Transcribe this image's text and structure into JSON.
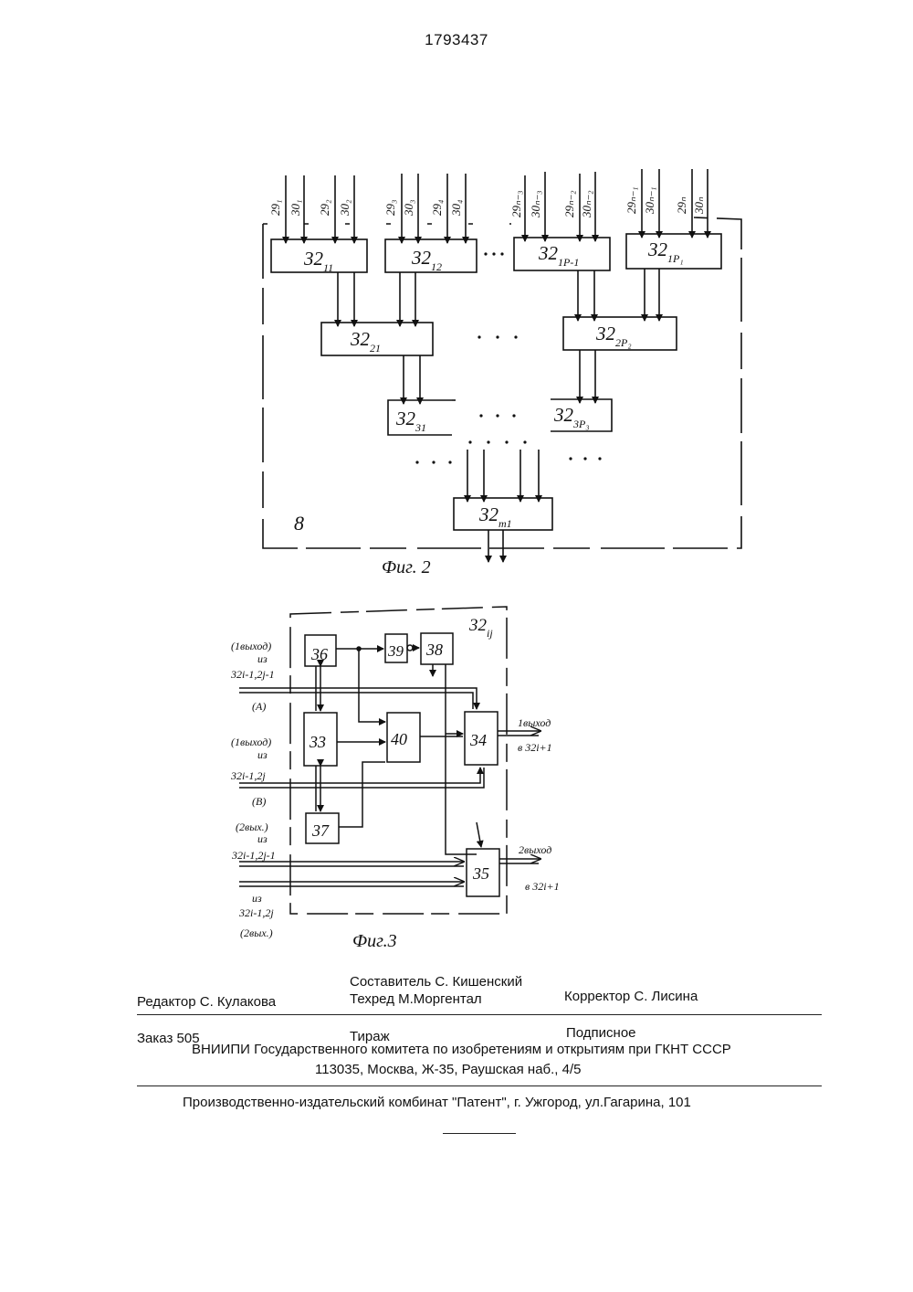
{
  "header": {
    "patent_number": "1793437"
  },
  "fig2": {
    "caption": "Фиг. 2",
    "frame_label": "8",
    "input_labels": [
      "29₁",
      "30₁",
      "29₂",
      "30₂",
      "29₃",
      "30₃",
      "29₄",
      "30₄",
      "29ₙ₋₃",
      "30ₙ₋₃",
      "29ₙ₋₂",
      "30ₙ₋₂",
      "29ₙ₋₁",
      "30ₙ₋₁",
      "29ₙ",
      "30ₙ"
    ],
    "blocks": [
      {
        "main": "32",
        "sub": "11"
      },
      {
        "main": "32",
        "sub": "12"
      },
      {
        "main": "32",
        "sub": "1P-1"
      },
      {
        "main": "32",
        "sub": "1P₁"
      },
      {
        "main": "32",
        "sub": "21"
      },
      {
        "main": "32",
        "sub": "2P₂"
      },
      {
        "main": "32",
        "sub": "31"
      },
      {
        "main": "32",
        "sub": "3P₃"
      },
      {
        "main": "32",
        "sub": "m1"
      }
    ]
  },
  "fig3": {
    "caption": "Фиг.3",
    "title": {
      "main": "32",
      "sub": "ij"
    },
    "blocks": [
      "36",
      "39",
      "38",
      "33",
      "40",
      "34",
      "37",
      "35"
    ],
    "left_labels": {
      "in1": [
        "(1выход)",
        "из",
        "32i-1,2j-1",
        "(A)"
      ],
      "in2": [
        "(1выход)",
        "из",
        "32i-1,2j",
        "(B)"
      ],
      "in3": [
        "(2вых.)",
        "из",
        "32i-1,2j-1"
      ],
      "in4": [
        "из",
        "32i-1,2j",
        "(2вых.)"
      ]
    },
    "right_labels": {
      "out1": [
        "1выход",
        "в 32i+1"
      ],
      "out2": [
        "2выход",
        "в 32i+1"
      ]
    }
  },
  "imprint": {
    "compiler": "Составитель  С. Кишенский",
    "editor": "Редактор  С. Кулакова",
    "techred": "Техред М.Моргентал",
    "corrector": "Корректор  С. Лисина",
    "order": "Заказ  505",
    "circulation": "Тираж",
    "subscription": "Подписное",
    "institute": "ВНИИПИ Государственного комитета по изобретениям и открытиям при ГКНТ СССР",
    "address": "113035, Москва, Ж-35, Раушская наб., 4/5",
    "printer": "Производственно-издательский комбинат \"Патент\", г. Ужгород, ул.Гагарина, 101"
  }
}
